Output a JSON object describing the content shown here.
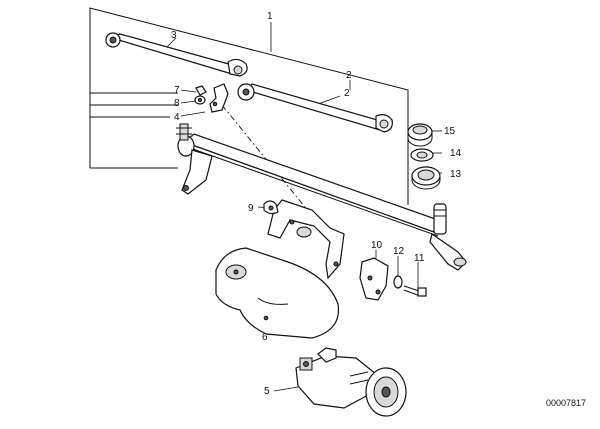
{
  "callouts": {
    "c1": "1",
    "c2a": "2",
    "c2b": "2",
    "c3": "3",
    "c4": "4",
    "c5": "5",
    "c6": "6",
    "c7": "7",
    "c8": "8",
    "c9": "9",
    "c10": "10",
    "c11": "11",
    "c12": "12",
    "c13": "13",
    "c14": "14",
    "c15": "15"
  },
  "document_number": "00007817"
}
